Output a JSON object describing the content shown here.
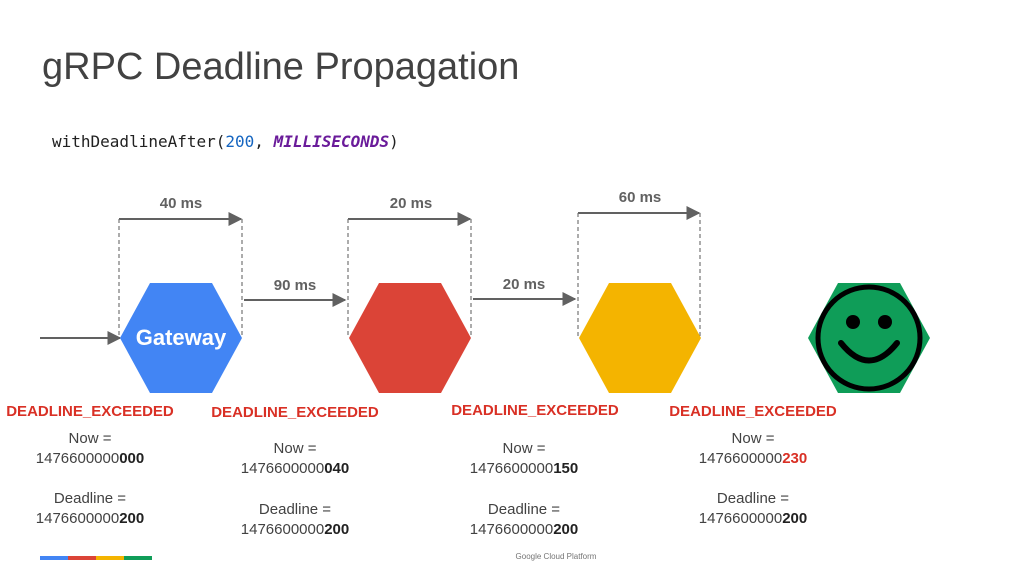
{
  "slide": {
    "title": "gRPC Deadline Propagation",
    "code": {
      "prefix": "withDeadlineAfter(",
      "number": "200",
      "separator": ", ",
      "constant": "MILLISECONDS",
      "suffix": ")"
    }
  },
  "colors": {
    "gateway": "#4285f4",
    "service2": "#db4437",
    "service3": "#f4b400",
    "service4": "#0f9d58",
    "exceeded_text": "#d93025",
    "arrow": "#616161"
  },
  "durations": {
    "processing": [
      "40 ms",
      "20 ms",
      "60 ms"
    ],
    "network": [
      "90 ms",
      "20 ms"
    ]
  },
  "nodes": [
    {
      "label": "Gateway",
      "icon": "hexagon-icon",
      "status": "DEADLINE_EXCEEDED",
      "now_label": "Now =",
      "now_prefix": "1476600000",
      "now_suffix": "000",
      "deadline_label": "Deadline =",
      "deadline_prefix": "1476600000",
      "deadline_suffix": "200"
    },
    {
      "label": "",
      "icon": "hexagon-icon",
      "status": "DEADLINE_EXCEEDED",
      "now_label": "Now =",
      "now_prefix": "1476600000",
      "now_suffix": "040",
      "deadline_label": "Deadline =",
      "deadline_prefix": "1476600000",
      "deadline_suffix": "200"
    },
    {
      "label": "",
      "icon": "hexagon-icon",
      "status": "DEADLINE_EXCEEDED",
      "now_label": "Now =",
      "now_prefix": "1476600000",
      "now_suffix": "150",
      "deadline_label": "Deadline =",
      "deadline_prefix": "1476600000",
      "deadline_suffix": "200"
    },
    {
      "label": "",
      "icon": "smiley-face-icon",
      "status": "DEADLINE_EXCEEDED",
      "now_label": "Now =",
      "now_prefix": "1476600000",
      "now_suffix": "230",
      "deadline_label": "Deadline =",
      "deadline_prefix": "1476600000",
      "deadline_suffix": "200"
    }
  ],
  "footer": {
    "text": "Google Cloud Platform",
    "bar_colors": [
      "#4285f4",
      "#db4437",
      "#f4b400",
      "#0f9d58"
    ]
  }
}
